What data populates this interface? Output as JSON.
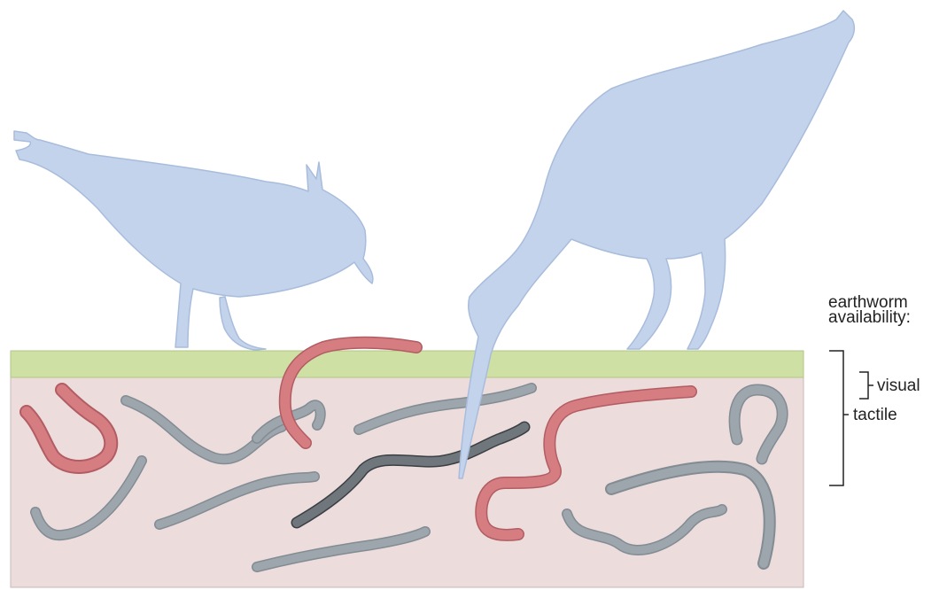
{
  "colors": {
    "bird": "#c4d3ec",
    "grass": "#cfe0a5",
    "soil": "#ecdcdc",
    "worm_red": "#d67d81",
    "worm_grey": "#9ea6ad",
    "worm_dark": "#6f767c"
  },
  "labels": {
    "heading_line1": "earthworm",
    "heading_line2": "availability:",
    "visual": "visual",
    "tactile": "tactile"
  }
}
